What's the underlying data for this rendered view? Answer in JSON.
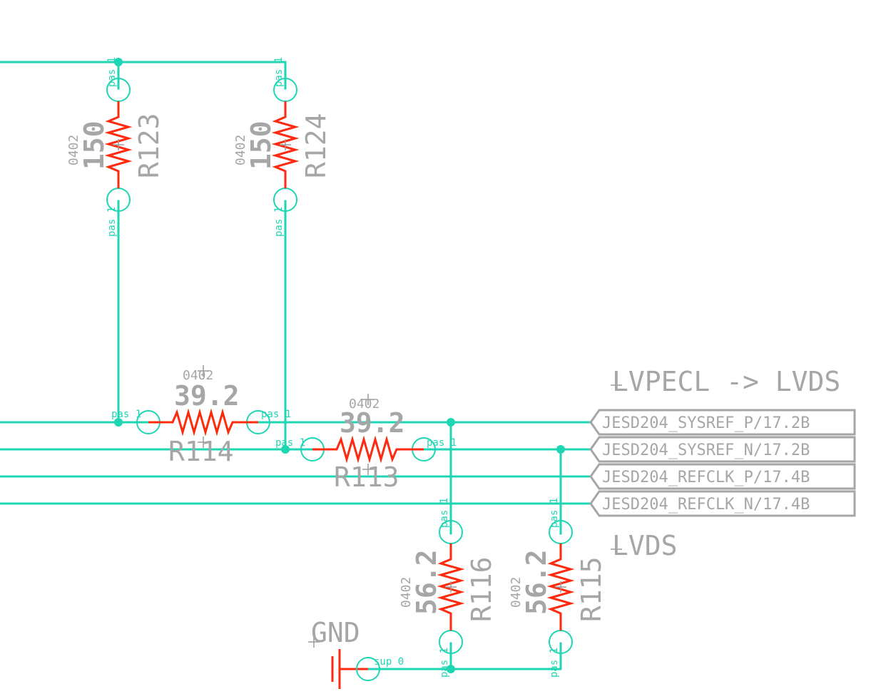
{
  "resistors": [
    {
      "ref": "R123",
      "value": "150",
      "package": "0402"
    },
    {
      "ref": "R124",
      "value": "150",
      "package": "0402"
    },
    {
      "ref": "R114",
      "value": "39.2",
      "package": "0402"
    },
    {
      "ref": "R113",
      "value": "39.2",
      "package": "0402"
    },
    {
      "ref": "R116",
      "value": "56.2",
      "package": "0402"
    },
    {
      "ref": "R115",
      "value": "56.2",
      "package": "0402"
    }
  ],
  "pin_labels": {
    "pas": "pas 1",
    "sup": "sup 0"
  },
  "net_labels": [
    "JESD204_SYSREF_P/17.2B",
    "JESD204_SYSREF_N/17.2B",
    "JESD204_REFCLK_P/17.4B",
    "JESD204_REFCLK_N/17.4B"
  ],
  "notes": {
    "top": "LVPECL -> LVDS",
    "bottom": "LVDS"
  },
  "ground": {
    "name": "GND"
  },
  "colors": {
    "wire": "#1fd6b4",
    "resistor": "#ff2a10",
    "text": "#a6a6a6"
  }
}
